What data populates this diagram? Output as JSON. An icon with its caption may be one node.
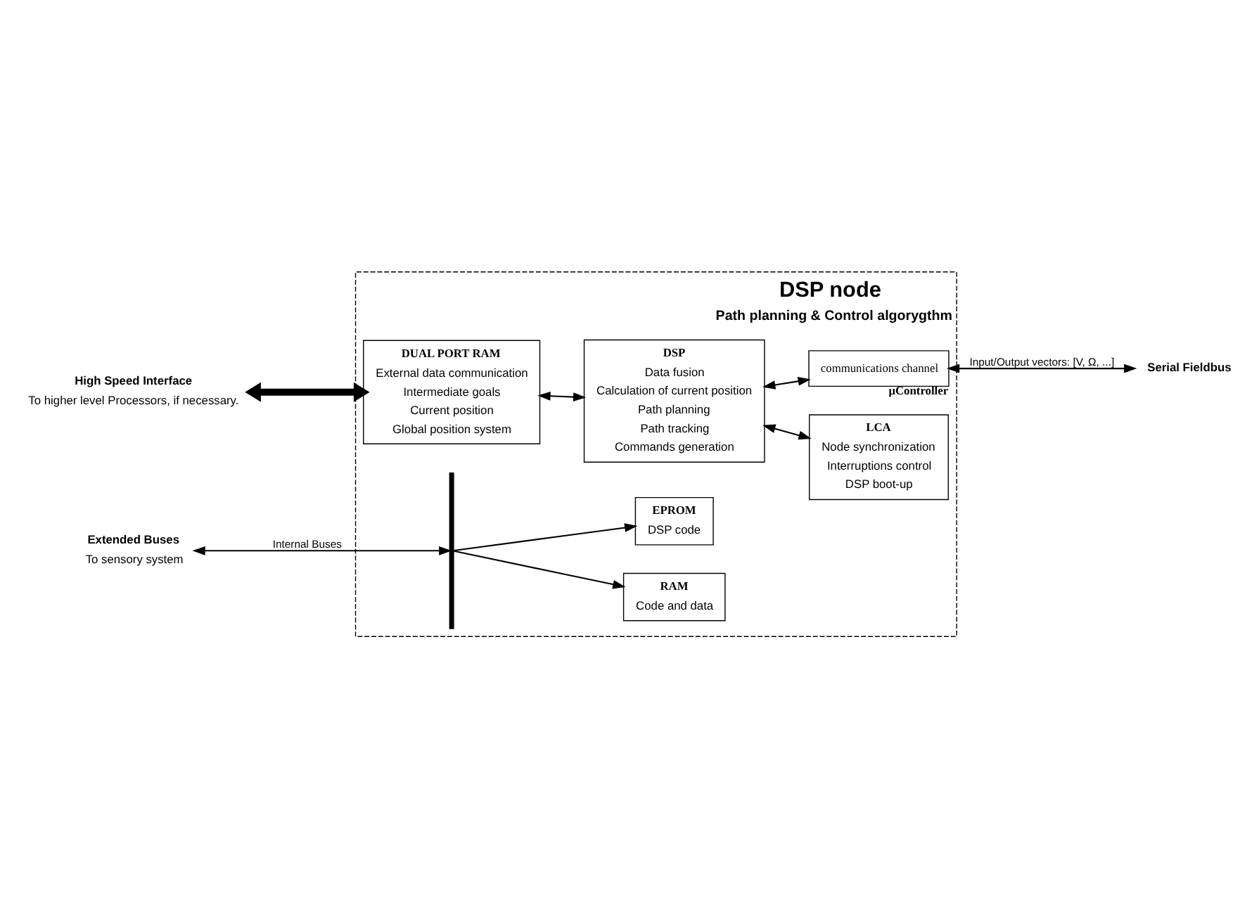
{
  "diagram": {
    "nodes": [
      {
        "text": [
          "DSP node",
          "Path planning & Control algorygthm"
        ]
      },
      {
        "text": [
          "DUAL PORT RAM",
          "External data communication",
          "Intermediate goals",
          "Current position",
          "Global position system"
        ],
        "in": 0
      },
      {
        "text": [
          "RAM",
          "Code and data"
        ],
        "in": 0
      },
      {
        "text": [
          "DSP",
          "Data fusion",
          "Calculation of current position",
          "Path planning",
          "Path tracking",
          "Commands generation"
        ],
        "in": 0
      },
      {
        "text": [
          "LCA",
          "Node synchronization",
          "Interruptions control",
          "DSP boot-up"
        ],
        "in": 0
      },
      {
        "text": [],
        "shape": "bar",
        "in": 0
      },
      {
        "text": [
          "EPROM",
          "DSP code"
        ],
        "in": 0
      },
      {
        "text": [
          "communications channel"
        ],
        "beside": [
          "μController"
        ],
        "in": 0
      },
      {
        "text": [
          "High Speed Interface",
          "To higher level Processors, if necessary."
        ]
      },
      {
        "text": [
          "Extended Buses",
          "To sensory system"
        ]
      },
      {
        "text": [
          "Serial Fieldbus"
        ]
      }
    ],
    "edges": [
      {
        "from": 8,
        "to": 1,
        "arrow": "both",
        "style": "thick"
      },
      {
        "from": 1,
        "to": 3,
        "arrow": "both"
      },
      {
        "from": 5,
        "to": 2,
        "arrow": "to"
      },
      {
        "from": 5,
        "to": 6,
        "arrow": "to"
      },
      {
        "from": 3,
        "to": 4,
        "arrow": "both"
      },
      {
        "from": 3,
        "to": 7,
        "arrow": "both"
      },
      {
        "from": 9,
        "to": 5,
        "label": "Internal Buses",
        "arrow": "both"
      },
      {
        "from": 7,
        "to": 10,
        "label": "Input/Output vectors: [V, Ω, ...]",
        "arrow": "both"
      }
    ]
  }
}
